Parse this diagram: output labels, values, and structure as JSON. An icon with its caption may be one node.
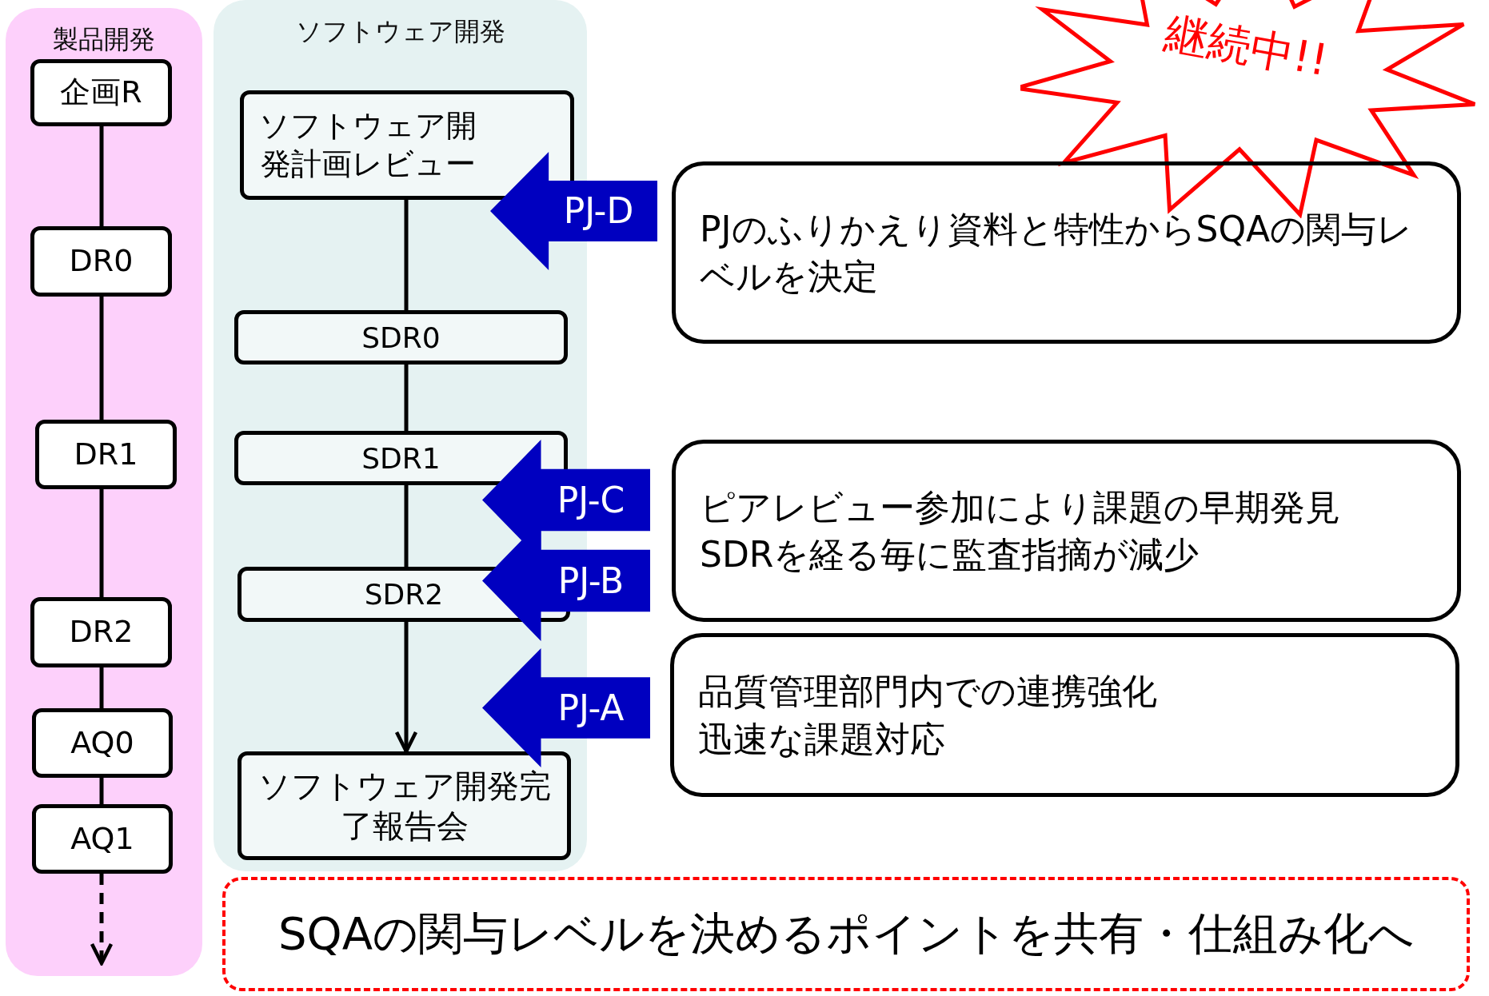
{
  "diagram": {
    "nodes": [
      {
        "text": [
          "製品開発"
        ]
      },
      {
        "text": [
          "企画R"
        ],
        "in": 0
      },
      {
        "text": [
          "DR0"
        ],
        "in": 0
      },
      {
        "text": [
          "DR1"
        ],
        "in": 0
      },
      {
        "text": [
          "DR2"
        ],
        "in": 0
      },
      {
        "text": [
          "AQ0"
        ],
        "in": 0
      },
      {
        "text": [
          "AQ1"
        ],
        "in": 0
      },
      {
        "text": [
          "ソフトウェア開発"
        ]
      },
      {
        "text": [
          "ソフトウェア開発計画レビュー"
        ],
        "in": 7
      },
      {
        "text": [
          "SDR0"
        ],
        "in": 7
      },
      {
        "text": [
          "SDR1"
        ],
        "in": 7
      },
      {
        "text": [
          "SDR2"
        ],
        "in": 7
      },
      {
        "text": [
          "ソフトウェア開発完了報告会"
        ],
        "in": 7
      },
      {
        "text": [
          "PJ-D"
        ]
      },
      {
        "text": [
          "PJ-C"
        ]
      },
      {
        "text": [
          "PJ-B"
        ]
      },
      {
        "text": [
          "PJ-A"
        ]
      },
      {
        "text": [
          "PJのふりかえり資料と特性からSQAの関与レベルを決定"
        ]
      },
      {
        "text": [
          "ピアレビュー参加により課題の早期発見",
          "SDRを経る毎に監査指摘が減少"
        ]
      },
      {
        "text": [
          "品質管理部門内での連携強化",
          "迅速な課題対応"
        ]
      },
      {
        "text": [
          "継続中!!"
        ]
      },
      {
        "text": [
          "SQAの関与レベルを決めるポイントを共有・仕組み化へ"
        ]
      }
    ],
    "edges": [
      {
        "from": 1,
        "to": 2,
        "arrow": "none"
      },
      {
        "from": 2,
        "to": 3,
        "arrow": "none"
      },
      {
        "from": 3,
        "to": 4,
        "arrow": "none"
      },
      {
        "from": 4,
        "to": 5,
        "arrow": "none"
      },
      {
        "from": 5,
        "to": 6,
        "arrow": "none"
      },
      {
        "from": 6,
        "to": null,
        "arrow": "to",
        "style": "dashed"
      },
      {
        "from": 8,
        "to": 9,
        "arrow": "none"
      },
      {
        "from": 9,
        "to": 10,
        "arrow": "none"
      },
      {
        "from": 10,
        "to": 11,
        "arrow": "none"
      },
      {
        "from": 11,
        "to": 12,
        "arrow": "to"
      }
    ]
  }
}
